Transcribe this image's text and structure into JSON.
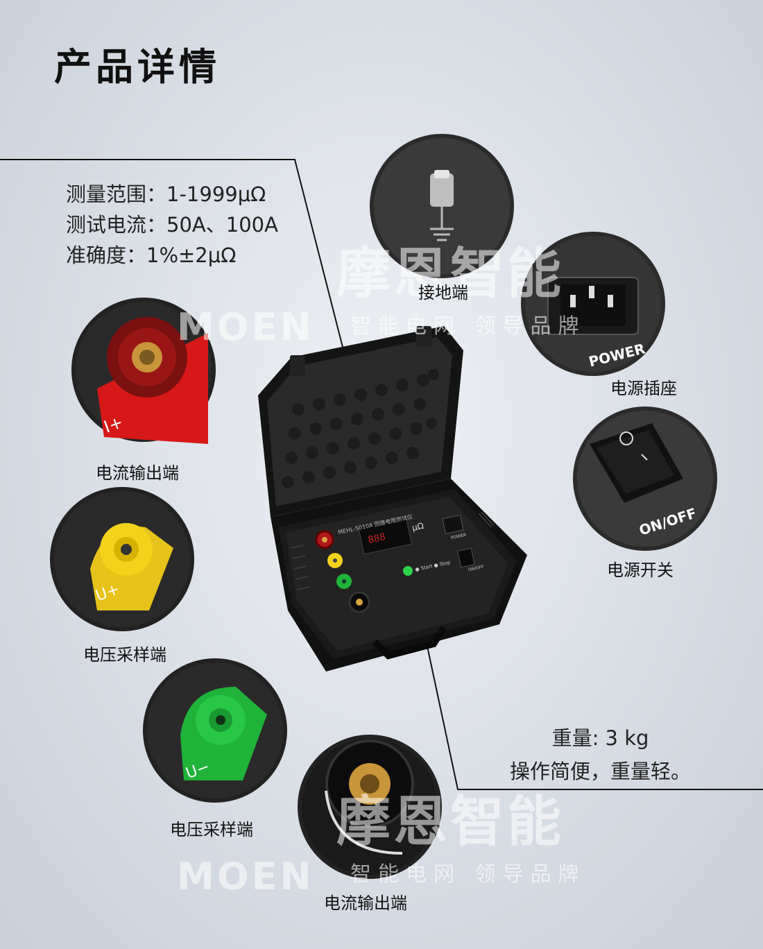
{
  "title": "产品详情",
  "specs_top": [
    "测量范围：1-1999μΩ",
    "测试电流：50A、100A",
    "准确度：1%±2μΩ"
  ],
  "specs_bottom": [
    "重量: 3 kg",
    "操作简便，重量轻。"
  ],
  "watermark": {
    "brand_cn": "摩恩智能",
    "brand_en": "MOEN",
    "slogan": "智能电网  领导品牌"
  },
  "callouts": {
    "ground": "接地端",
    "power_socket": "电源插座",
    "power_switch": "电源开关",
    "current_out_top": "电流输出端",
    "voltage_sample_yellow": "电压采样端",
    "voltage_sample_green": "电压采样端",
    "current_out_bottom": "电流输出端"
  },
  "terminal_marks": {
    "i_plus": "I+",
    "u_plus": "U+",
    "u_minus": "U−",
    "power": "POWER",
    "onoff": "ON/OFF"
  },
  "device": {
    "model": "MEHL-5010A 回路电阻测试仪",
    "unit": "μΩ",
    "start_stop": "● Start  ● Stop",
    "power": "POWER",
    "onoff": "ON/OFF"
  },
  "colors": {
    "red_terminal": "#b01818",
    "yellow_terminal": "#f2d21a",
    "green_terminal": "#1fb33a"
  }
}
